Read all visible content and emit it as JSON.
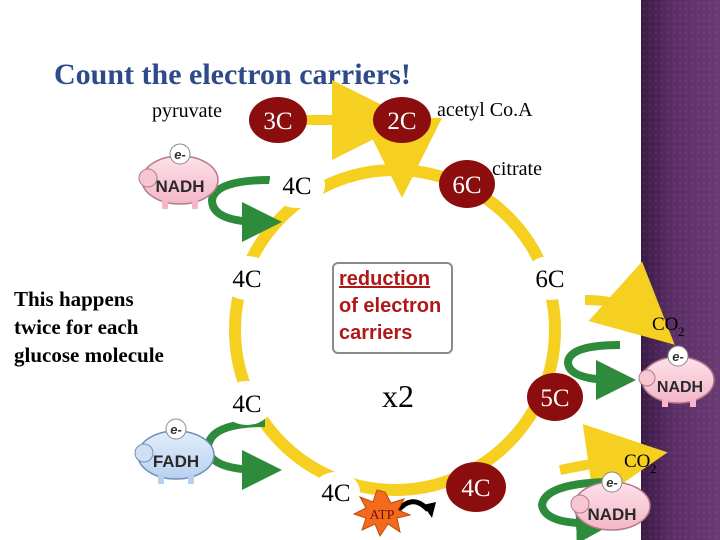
{
  "title": "Count the electron carriers!",
  "labels": {
    "pyruvate": "pyruvate",
    "acetyl_coa": "acetyl Co.A",
    "citrate": "citrate",
    "co2_1": "CO",
    "co2_1_sub": "2",
    "co2_2": "CO",
    "co2_2_sub": "2"
  },
  "carbon_nodes": {
    "pyruvate_3c": "3C",
    "acetyl_2c": "2C",
    "oaa_4c": "4C",
    "citrate_6c": "6C",
    "left_4c": "4C",
    "right_6c": "6C",
    "lower_left_4c": "4C",
    "right_5c": "5C",
    "bottom_4c": "4C",
    "bottom_right_4c": "4C"
  },
  "center_box": {
    "line1": "reduction",
    "line2": "of electron",
    "line3": "carriers"
  },
  "multiplier": "x2",
  "side_note": {
    "line1": "This happens",
    "line2": "twice for each",
    "line3": "glucose molecule"
  },
  "carriers": {
    "nadh_label": "NADH",
    "fadh_label": "FADH",
    "electron_label": "e-",
    "atp_label": "ATP"
  },
  "colors": {
    "title": "#2e4a8a",
    "node_fill": "#8b0d0d",
    "cycle_ring": "#f5d020",
    "arrow_green": "#2e8b3c",
    "center_text": "#b01818",
    "atp_fill": "#f26a1b",
    "sidebar": "#5b2e66"
  }
}
